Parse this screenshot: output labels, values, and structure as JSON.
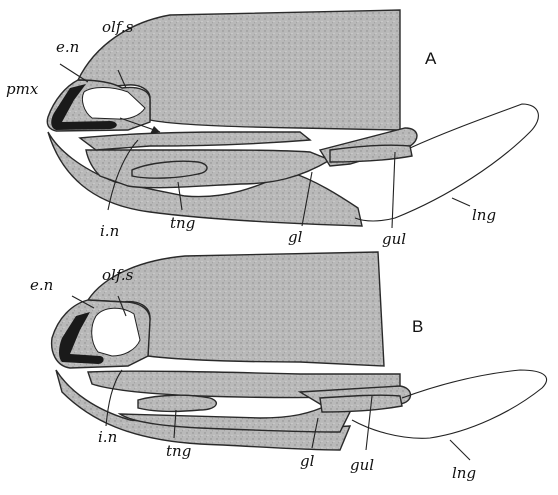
{
  "figure": {
    "panels": [
      {
        "id": "A",
        "letter": "A",
        "labels": {
          "en": "e.n",
          "olfs": "olf.s",
          "pmx": "pmx",
          "in": "i.n",
          "tng": "tng",
          "gl": "gl",
          "gul": "gul",
          "lng": "lng"
        }
      },
      {
        "id": "B",
        "letter": "B",
        "labels": {
          "en": "e.n",
          "olfs": "olf.s",
          "in": "i.n",
          "tng": "tng",
          "gl": "gl",
          "gul": "gul",
          "lng": "lng"
        }
      }
    ],
    "colors": {
      "tissue": "#b8b8b8",
      "bone": "#1a1a1a",
      "ink": "#222222",
      "background": "#ffffff"
    }
  }
}
